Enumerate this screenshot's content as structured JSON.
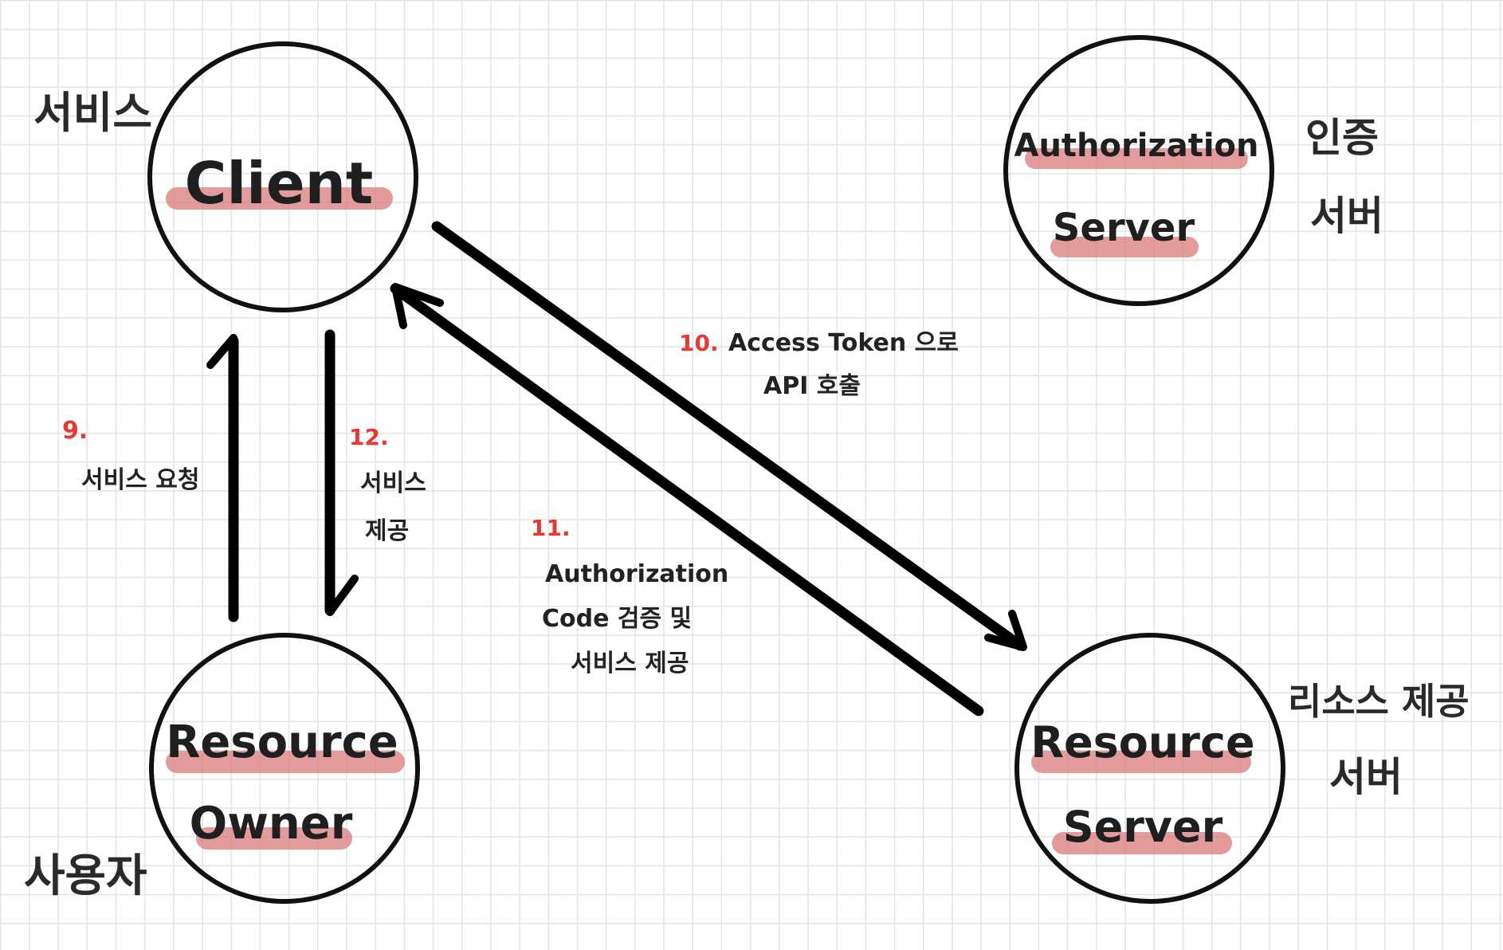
{
  "nodes": {
    "client": {
      "line1": "Client",
      "side": "서비스"
    },
    "authorization_server": {
      "line1": "Authorization",
      "line2": "Server",
      "side1": "인증",
      "side2": "서버"
    },
    "resource_owner": {
      "line1": "Resource",
      "line2": "Owner",
      "side": "사용자"
    },
    "resource_server": {
      "line1": "Resource",
      "line2": "Server",
      "side1": "리소스 제공",
      "side2": "서버"
    }
  },
  "steps": {
    "s9": {
      "num": "9.",
      "line1": "서비스 요청"
    },
    "s10": {
      "num": "10.",
      "line1": "Access Token 으로",
      "line2": "API 호출"
    },
    "s11": {
      "num": "11.",
      "line1": "Authorization",
      "line2": "Code 검증 및",
      "line3": "서비스 제공"
    },
    "s12": {
      "num": "12.",
      "line1": "서비스",
      "line2": "제공"
    }
  },
  "colors": {
    "highlight": "#d9797a",
    "step_number": "#e53935",
    "grid": "#e3e3e3"
  }
}
